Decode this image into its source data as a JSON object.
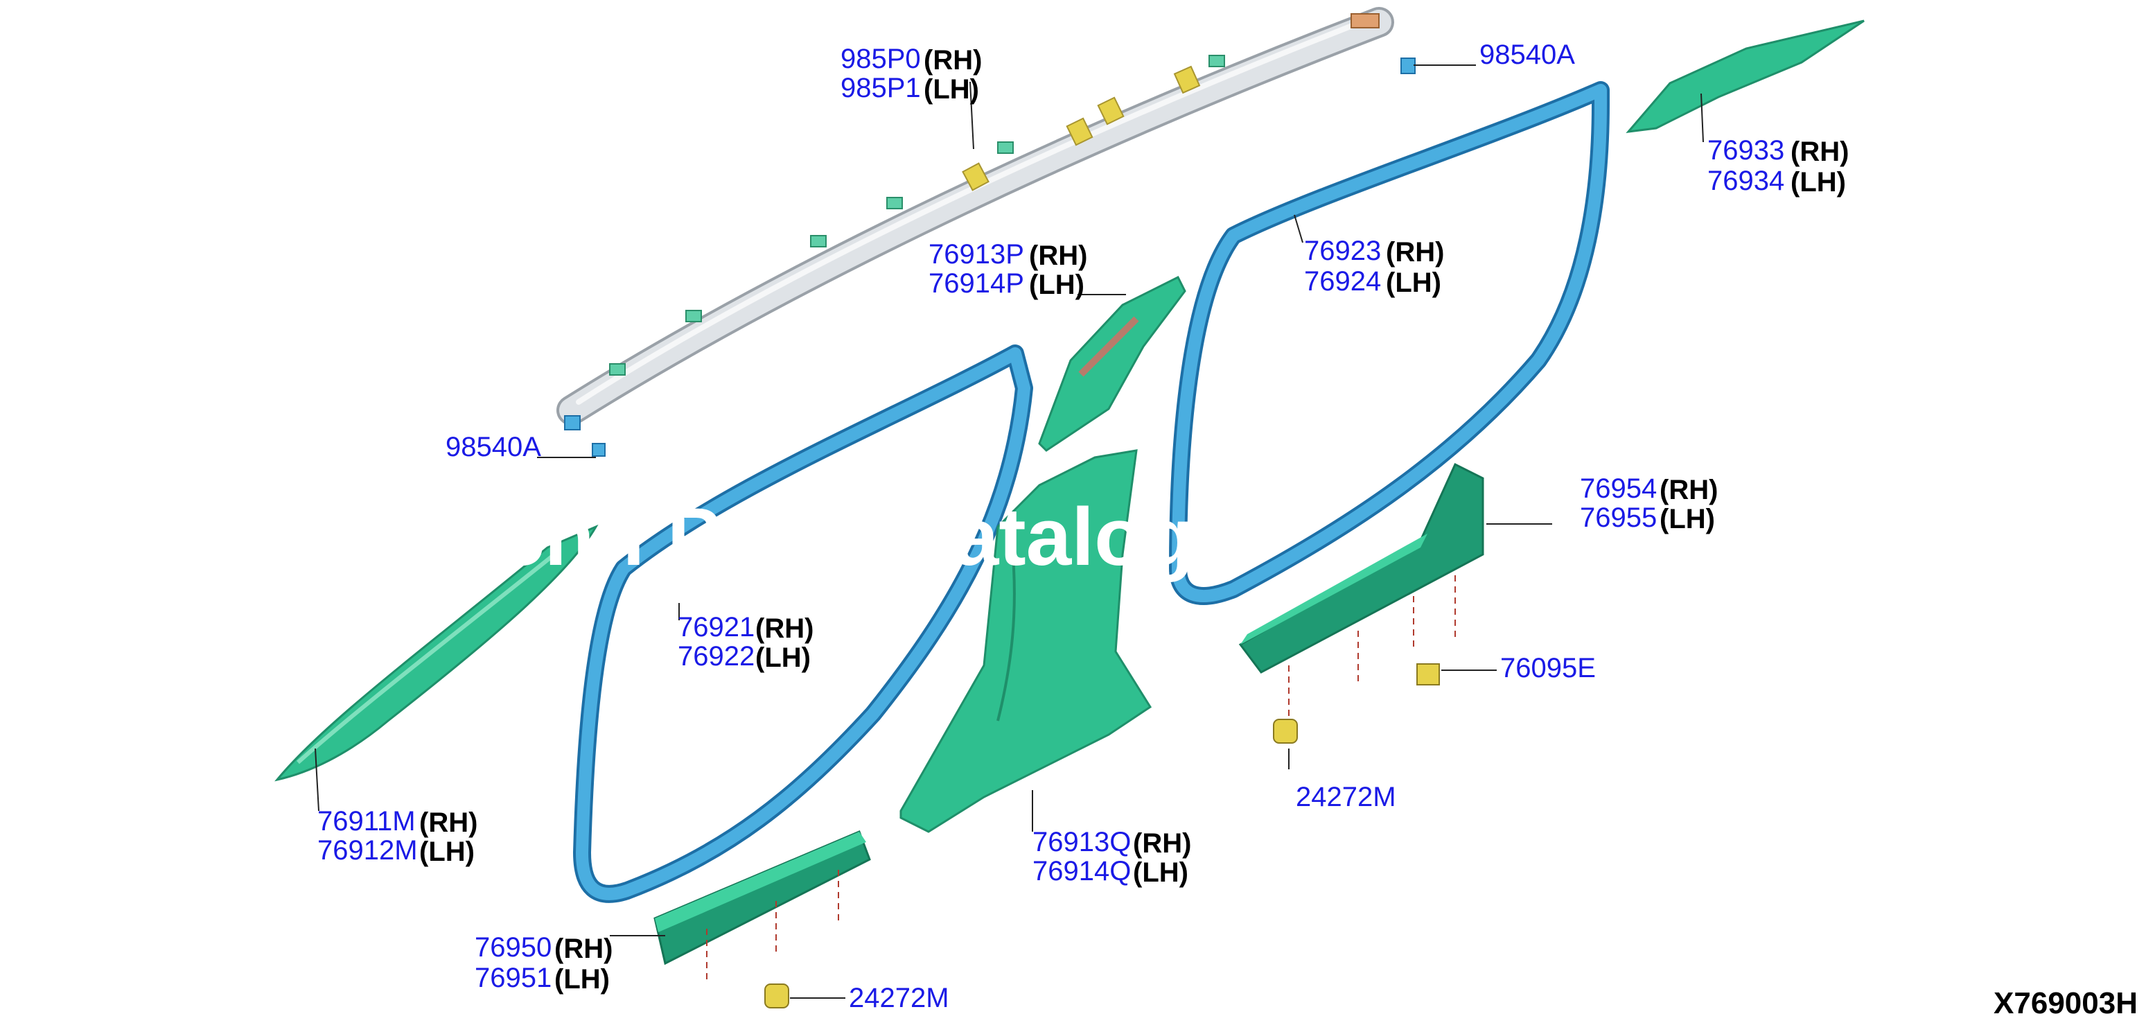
{
  "diagram": {
    "code": "X769003H",
    "watermark": "chn Parts Catalog P",
    "callouts": [
      {
        "id": "airbag-upper",
        "part": "985P0",
        "side": "(RH)"
      },
      {
        "id": "airbag-lower",
        "part": "985P1",
        "side": "(LH)"
      },
      {
        "id": "clip-airbag-right",
        "part": "98540A",
        "side": ""
      },
      {
        "id": "clip-airbag-left",
        "part": "98540A",
        "side": ""
      },
      {
        "id": "rear-pillar-upper",
        "part": "76933",
        "side": "(RH)"
      },
      {
        "id": "rear-pillar-lower",
        "part": "76934",
        "side": "(LH)"
      },
      {
        "id": "rear-weatherstrip-upper",
        "part": "76923",
        "side": "(RH)"
      },
      {
        "id": "rear-weatherstrip-lower",
        "part": "76924",
        "side": "(LH)"
      },
      {
        "id": "center-pillar-upper-a",
        "part": "76913P",
        "side": "(RH)"
      },
      {
        "id": "center-pillar-upper-b",
        "part": "76914P",
        "side": "(LH)"
      },
      {
        "id": "rear-kicking-plate-upper",
        "part": "76954",
        "side": "(RH)"
      },
      {
        "id": "rear-kicking-plate-lower",
        "part": "76955",
        "side": "(LH)"
      },
      {
        "id": "front-weatherstrip-upper",
        "part": "76921",
        "side": "(RH)"
      },
      {
        "id": "front-weatherstrip-lower",
        "part": "76922",
        "side": "(LH)"
      },
      {
        "id": "clip-rear-kick",
        "part": "76095E",
        "side": ""
      },
      {
        "id": "clip-rear-sill",
        "part": "24272M",
        "side": ""
      },
      {
        "id": "front-pillar-upper",
        "part": "76911M",
        "side": "(RH)"
      },
      {
        "id": "front-pillar-lower",
        "part": "76912M",
        "side": "(LH)"
      },
      {
        "id": "center-pillar-lower-a",
        "part": "76913Q",
        "side": "(RH)"
      },
      {
        "id": "center-pillar-lower-b",
        "part": "76914Q",
        "side": "(LH)"
      },
      {
        "id": "front-kicking-plate-upper",
        "part": "76950",
        "side": "(RH)"
      },
      {
        "id": "front-kicking-plate-lower",
        "part": "76951",
        "side": "(LH)"
      },
      {
        "id": "clip-front-sill",
        "part": "24272M",
        "side": ""
      }
    ]
  },
  "colors": {
    "trim_green": "#2fbf8f",
    "trim_green_dark": "#1f8f6a",
    "weatherstrip_blue": "#4aaee0",
    "weatherstrip_edge": "#1d6fa6",
    "airbag_gray": "#d7dbe0",
    "clip_yellow": "#e6d24a",
    "part_number_blue": "#1a1ae6"
  }
}
